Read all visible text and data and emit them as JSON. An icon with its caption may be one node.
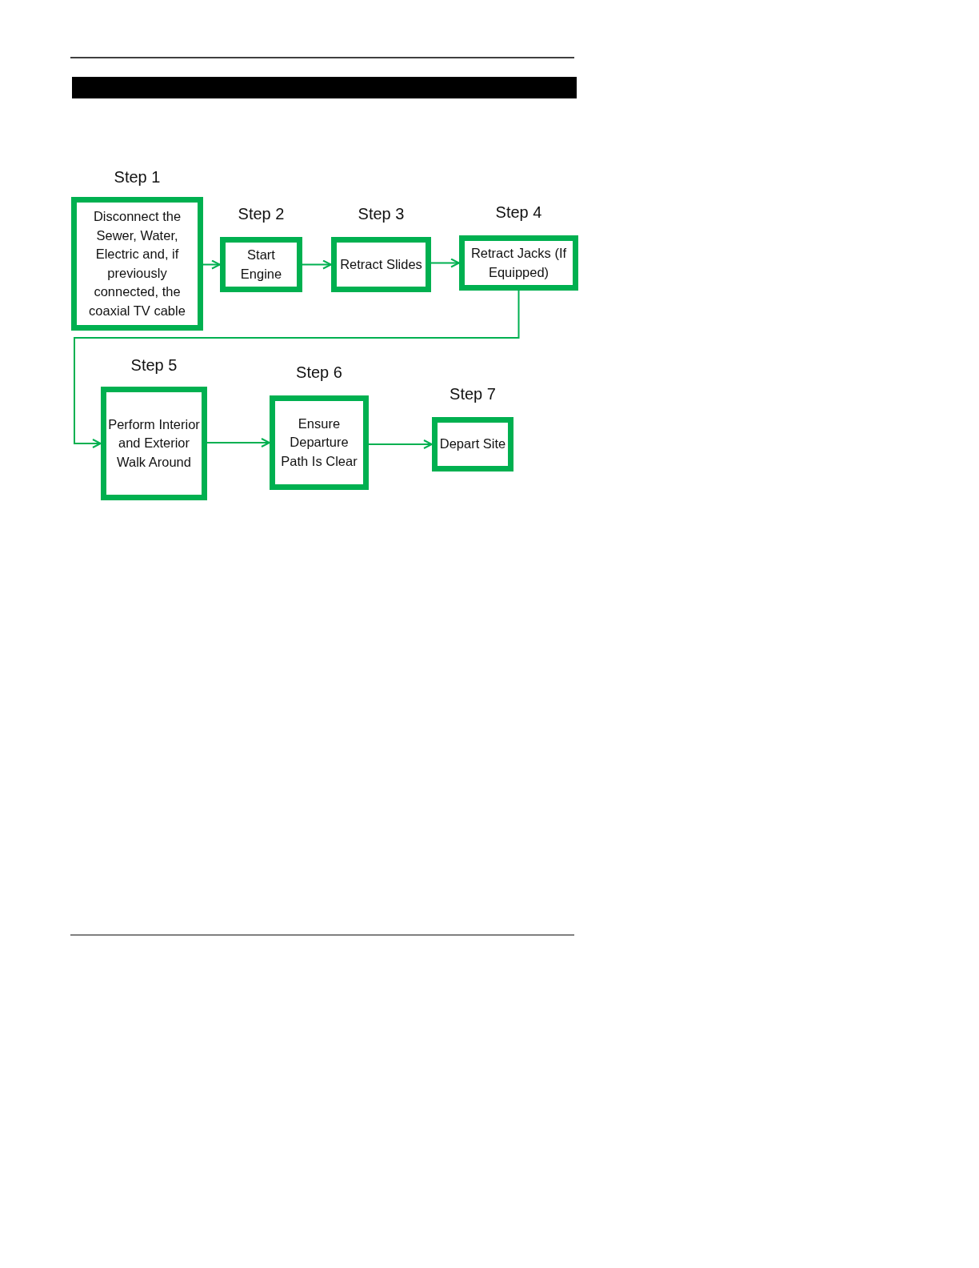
{
  "diagram": {
    "nodes": [
      {
        "text": [
          "Step 1",
          "Disconnect the Sewer, Water, Electric and, if previously connected, the coaxial TV cable"
        ]
      },
      {
        "text": [
          "Step 2",
          "Start Engine"
        ]
      },
      {
        "text": [
          "Step 3",
          "Retract Slides"
        ]
      },
      {
        "text": [
          "Step 4",
          "Retract Jacks (If Equipped)"
        ]
      },
      {
        "text": [
          "Step 5",
          "Perform Interior and Exterior Walk Around"
        ]
      },
      {
        "text": [
          "Step 6",
          "Ensure Departure Path Is Clear"
        ]
      },
      {
        "text": [
          "Step 7",
          "Depart Site"
        ]
      }
    ],
    "edges": [
      {
        "from": 0,
        "to": 1,
        "arrow": "to"
      },
      {
        "from": 1,
        "to": 2,
        "arrow": "to"
      },
      {
        "from": 2,
        "to": 3,
        "arrow": "to"
      },
      {
        "from": 3,
        "to": 4,
        "arrow": "to"
      },
      {
        "from": 4,
        "to": 5,
        "arrow": "to"
      },
      {
        "from": 5,
        "to": 6,
        "arrow": "to"
      }
    ]
  }
}
